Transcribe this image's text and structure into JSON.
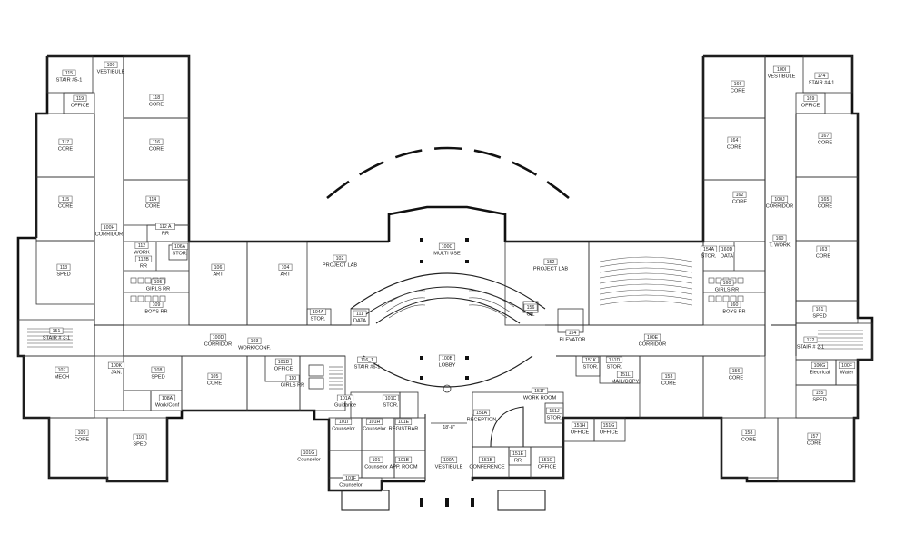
{
  "rooms": [
    {
      "id": "r100",
      "num": "100",
      "name": "VESTIBULE"
    },
    {
      "id": "r115",
      "num": "115",
      "name": "STAIR #5-1"
    },
    {
      "id": "r118",
      "num": "118",
      "name": "CORE"
    },
    {
      "id": "r119",
      "num": "119",
      "name": "OFFICE"
    },
    {
      "id": "r117",
      "num": "117",
      "name": "CORE"
    },
    {
      "id": "r116",
      "num": "116",
      "name": "CORE"
    },
    {
      "id": "r115b",
      "num": "115",
      "name": "CORE"
    },
    {
      "id": "r114",
      "num": "114",
      "name": "CORE"
    },
    {
      "id": "r100h",
      "num": "100H",
      "name": "CORRIDOR"
    },
    {
      "id": "r112a",
      "num": "112 A",
      "name": "RR"
    },
    {
      "id": "r113",
      "num": "113",
      "name": "SPED"
    },
    {
      "id": "r112",
      "num": "112",
      "name": "WORK"
    },
    {
      "id": "r112b",
      "num": "112B",
      "name": "RR"
    },
    {
      "id": "r106a",
      "num": "106A",
      "name": "STOR."
    },
    {
      "id": "r106",
      "num": "106",
      "name": "ART"
    },
    {
      "id": "r105",
      "num": "105",
      "name": "GIRLS RR"
    },
    {
      "id": "r109",
      "num": "109",
      "name": "BOYS RR"
    },
    {
      "id": "r104",
      "num": "104",
      "name": "ART"
    },
    {
      "id": "r102",
      "num": "102",
      "name": "PROJECT LAB"
    },
    {
      "id": "r104a",
      "num": "104A",
      "name": "STOR."
    },
    {
      "id": "r100c",
      "num": "100C",
      "name": "MULTI USE"
    },
    {
      "id": "r151",
      "num": "151",
      "name": "STAIR # 3-1"
    },
    {
      "id": "r100d",
      "num": "100D",
      "name": "CORRIDOR"
    },
    {
      "id": "r103",
      "num": "103",
      "name": "WORK/CONF."
    },
    {
      "id": "r111",
      "num": "111",
      "name": "DATA"
    },
    {
      "id": "r107",
      "num": "107",
      "name": "MECH"
    },
    {
      "id": "r100k",
      "num": "100K",
      "name": "JAN."
    },
    {
      "id": "r108",
      "num": "108",
      "name": "SPED"
    },
    {
      "id": "r105b",
      "num": "105",
      "name": "CORE"
    },
    {
      "id": "r101d",
      "num": "101D",
      "name": "OFFICE"
    },
    {
      "id": "r116_1",
      "num": "116_1",
      "name": "STAIR #6-1"
    },
    {
      "id": "r100b",
      "num": "100B",
      "name": "LOBBY"
    },
    {
      "id": "r110",
      "num": "110",
      "name": "GIRLS RR"
    },
    {
      "id": "r108a",
      "num": "108A",
      "name": "Work/Conf"
    },
    {
      "id": "r109b",
      "num": "109",
      "name": "CORE"
    },
    {
      "id": "r110b",
      "num": "110",
      "name": "SPED"
    },
    {
      "id": "r101a",
      "num": "101A",
      "name": "Guidance"
    },
    {
      "id": "r101c",
      "num": "101C",
      "name": "STOR."
    },
    {
      "id": "r101i",
      "num": "101I",
      "name": "Counselor"
    },
    {
      "id": "r101h",
      "num": "101H",
      "name": "Counselor"
    },
    {
      "id": "r101e",
      "num": "101E",
      "name": "REGISTRAR"
    },
    {
      "id": "r101g",
      "num": "101G",
      "name": "Counselor"
    },
    {
      "id": "r101",
      "num": "101",
      "name": "Counselor"
    },
    {
      "id": "r101f",
      "num": "101F",
      "name": "Counselor"
    },
    {
      "id": "r101b",
      "num": "101B",
      "name": "APP. ROOM"
    },
    {
      "id": "r100a",
      "num": "100A",
      "name": "VESTIBULE"
    },
    {
      "id": "r151b",
      "num": "151B",
      "name": "CONFERENCE"
    },
    {
      "id": "r151e",
      "num": "151E",
      "name": "RR"
    },
    {
      "id": "r151a",
      "num": "151A",
      "name": "RECEPTION"
    },
    {
      "id": "r151c",
      "num": "151C",
      "name": "OFFICE"
    },
    {
      "id": "r151f",
      "num": "151F",
      "name": "WORK ROOM"
    },
    {
      "id": "r151j",
      "num": "151J",
      "name": "STOR."
    },
    {
      "id": "r151h",
      "num": "151H",
      "name": "OFFICE"
    },
    {
      "id": "r151g",
      "num": "151G",
      "name": "OFFICE"
    },
    {
      "id": "r152",
      "num": "152",
      "name": "PROJECT LAB"
    },
    {
      "id": "r156",
      "num": "156",
      "name": "OIL"
    },
    {
      "id": "r154",
      "num": "154",
      "name": "ELEVATOR"
    },
    {
      "id": "r100e",
      "num": "100E",
      "name": "CORRIDOR"
    },
    {
      "id": "r151k",
      "num": "151K",
      "name": "STOR."
    },
    {
      "id": "r151d",
      "num": "151D",
      "name": "STOR."
    },
    {
      "id": "r151l",
      "num": "151L",
      "name": "MAIL/COPY"
    },
    {
      "id": "r153",
      "num": "153",
      "name": "CORE"
    },
    {
      "id": "r156b",
      "num": "156",
      "name": "CORE"
    },
    {
      "id": "r158",
      "num": "158",
      "name": "CORE"
    },
    {
      "id": "r157",
      "num": "157",
      "name": "CORE"
    },
    {
      "id": "r155",
      "num": "155",
      "name": "SPED"
    },
    {
      "id": "r100g",
      "num": "100G",
      "name": "Electrical"
    },
    {
      "id": "r100f",
      "num": "100F",
      "name": "Water"
    },
    {
      "id": "r172",
      "num": "172",
      "name": "STAIR # 2-1"
    },
    {
      "id": "r161",
      "num": "161",
      "name": "SPED"
    },
    {
      "id": "r160",
      "num": "160",
      "name": "GIRLS RR"
    },
    {
      "id": "r160b",
      "num": "160",
      "name": "BOYS RR"
    },
    {
      "id": "r154a",
      "num": "154A",
      "name": "STOR."
    },
    {
      "id": "r160d",
      "num": "160D",
      "name": "DATA"
    },
    {
      "id": "r160c",
      "num": "160",
      "name": "T. WORK"
    },
    {
      "id": "r163",
      "num": "163",
      "name": "CORE"
    },
    {
      "id": "r162",
      "num": "162",
      "name": "CORE"
    },
    {
      "id": "r165",
      "num": "165",
      "name": "CORE"
    },
    {
      "id": "r164",
      "num": "164",
      "name": "CORE"
    },
    {
      "id": "r100j",
      "num": "100J",
      "name": "CORRIDOR"
    },
    {
      "id": "r166",
      "num": "166",
      "name": "CORE"
    },
    {
      "id": "r167",
      "num": "167",
      "name": "CORE"
    },
    {
      "id": "r169",
      "num": "169",
      "name": "OFFICE"
    },
    {
      "id": "r100i",
      "num": "100I",
      "name": "VESTIBULE"
    },
    {
      "id": "r174",
      "num": "174",
      "name": "STAIR #4-1"
    },
    {
      "id": "r168",
      "num": "168",
      "name": "CORE"
    },
    {
      "id": "r159",
      "num": "159",
      "name": "CORE"
    }
  ],
  "annotations": {
    "dim_entry": "18'-8\""
  }
}
